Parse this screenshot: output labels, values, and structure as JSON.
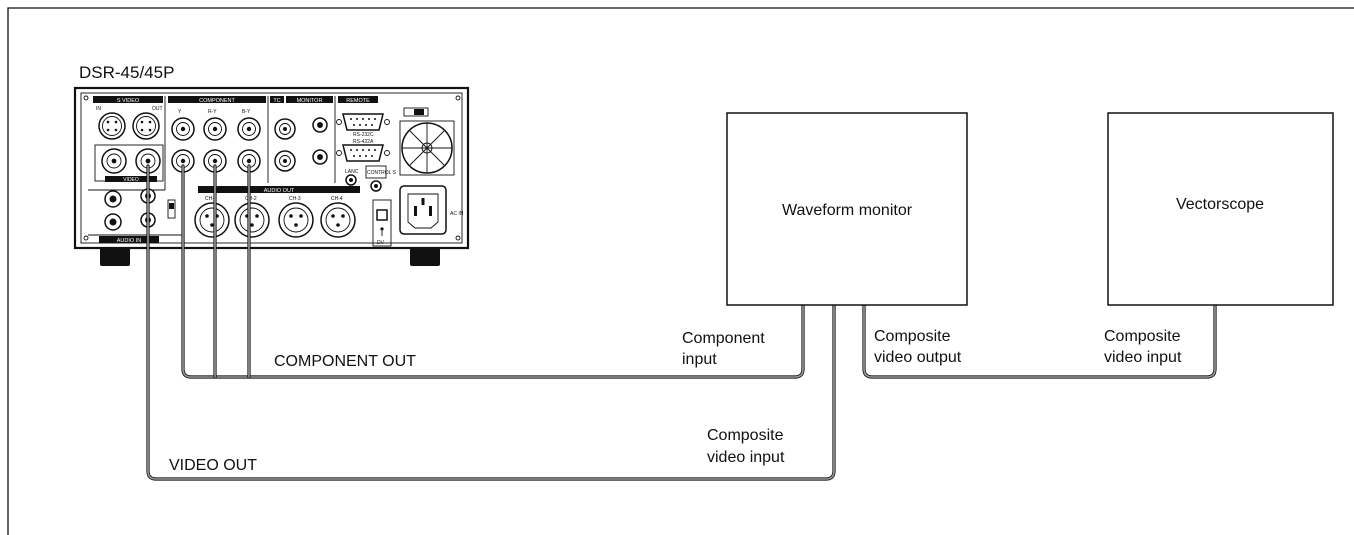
{
  "deck": {
    "model": "DSR-45/45P",
    "panel": {
      "s_video": "S VIDEO",
      "component": "COMPONENT",
      "tc": "TC",
      "monitor": "MONITOR",
      "remote": "REMOTE",
      "video": "VIDEO",
      "audio_in": "AUDIO IN",
      "audio_out": "AUDIO OUT",
      "lanc": "LANC",
      "control_s": "CONTROL S",
      "dv": "DV",
      "ac_in": "AC IN",
      "in": "IN",
      "out": "OUT",
      "ch1": "CH-1",
      "ch2": "CH-2",
      "ch3": "CH-3",
      "ch4": "CH-4",
      "y": "Y",
      "ry": "R-Y",
      "by": "B-Y",
      "rs232c": "RS-232C",
      "rs422a": "RS-422A"
    }
  },
  "devices": {
    "waveform_monitor": "Waveform monitor",
    "vectorscope": "Vectorscope"
  },
  "cables": {
    "component_out": "COMPONENT OUT",
    "video_out": "VIDEO OUT"
  },
  "ports": {
    "wfm_component_input": [
      "Component",
      "input"
    ],
    "wfm_composite_input": [
      "Composite",
      "video input"
    ],
    "wfm_composite_output": [
      "Composite",
      "video output"
    ],
    "vs_composite_input": [
      "Composite",
      "video input"
    ]
  }
}
